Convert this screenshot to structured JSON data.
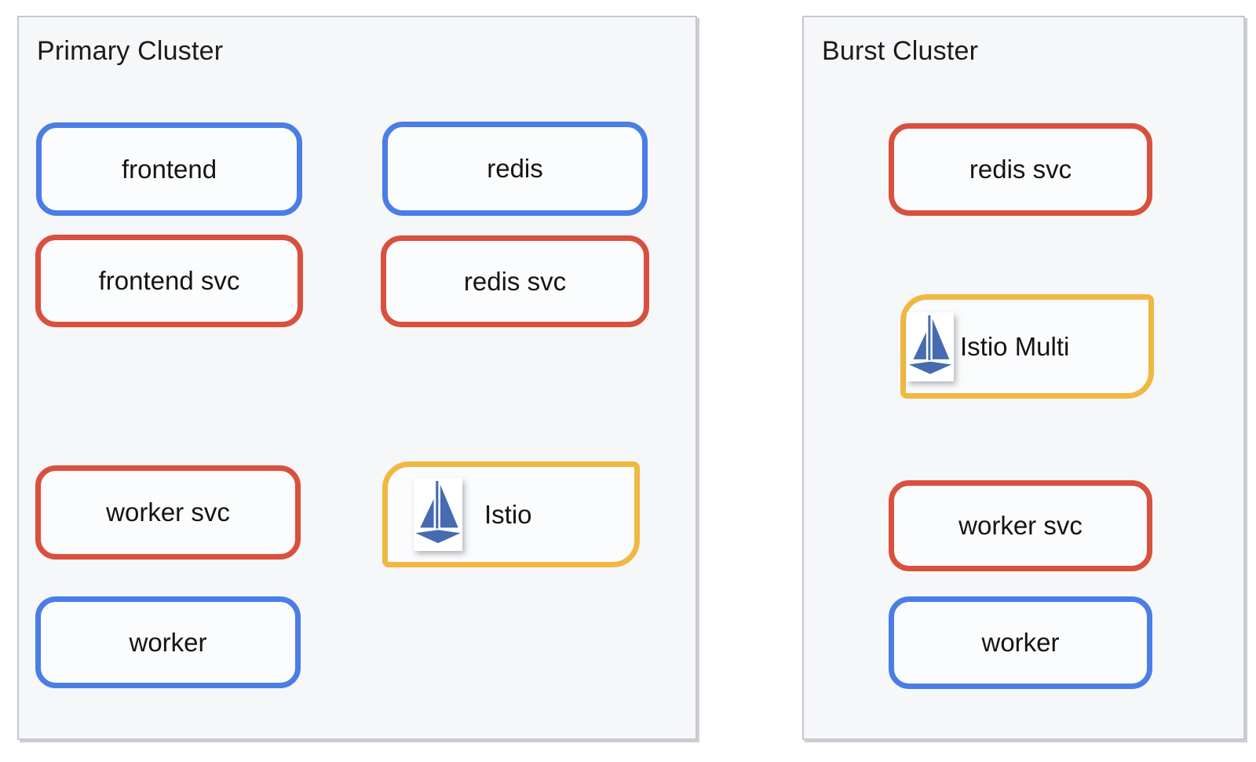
{
  "clusters": {
    "primary": {
      "title": "Primary Cluster",
      "nodes": {
        "frontend": {
          "label": "frontend",
          "kind": "deployment"
        },
        "redis": {
          "label": "redis",
          "kind": "deployment"
        },
        "frontend_svc": {
          "label": "frontend svc",
          "kind": "service"
        },
        "redis_svc": {
          "label": "redis svc",
          "kind": "service"
        },
        "worker_svc": {
          "label": "worker svc",
          "kind": "service"
        },
        "istio": {
          "label": "Istio",
          "kind": "istio"
        },
        "worker": {
          "label": "worker",
          "kind": "deployment"
        }
      }
    },
    "burst": {
      "title": "Burst Cluster",
      "nodes": {
        "redis_svc": {
          "label": "redis svc",
          "kind": "service"
        },
        "istio_multi": {
          "label": "Istio Multi",
          "kind": "istio"
        },
        "worker_svc": {
          "label": "worker svc",
          "kind": "service"
        },
        "worker": {
          "label": "worker",
          "kind": "deployment"
        }
      }
    }
  },
  "icons": {
    "istio": "istio-sailboat-icon"
  },
  "colors": {
    "deployment_border": "#4B7DE6",
    "service_border": "#D9503E",
    "istio_border": "#F0B841",
    "istio_logo_blue": "#466BB0",
    "cluster_background": "#F6F7F9",
    "node_background": "#FBFCFD",
    "text": "#141414"
  }
}
